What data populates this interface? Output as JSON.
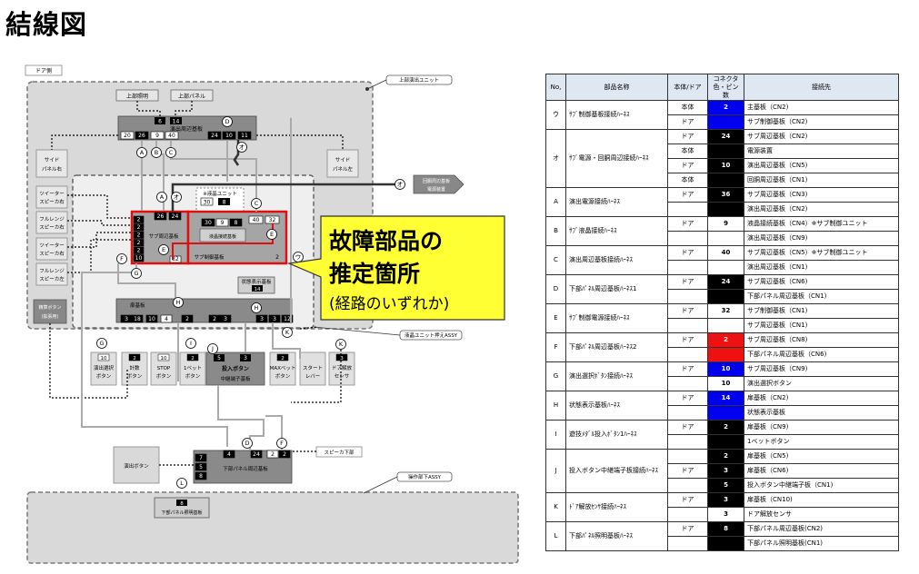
{
  "title": "結線図",
  "diagram": {
    "door_side_label": "ドア側",
    "upper_unit_label": "上部演出ユニット",
    "lower_assy_label": "操作部下ASSY",
    "display_unit_label": "液晶ユニット押えASSY",
    "boards": {
      "upper_light": "上部照明",
      "upper_panel": "上部パネル",
      "effect_peripheral": "演出周辺基板",
      "side_panel_right": "サイドパネル右",
      "side_panel_left": "サイドパネル左",
      "tweeter_upper": "ツイーター スピーカ右",
      "fullrange_upper": "フルレンジ スピーカ右",
      "tweeter_lower": "ツイーター スピーカ右",
      "fullrange_lower": "フルレンジ スピーカ左",
      "rapid_button": "精算ボタン (拡張用)",
      "lcd_unit": "※液晶ユニット",
      "lcd_connect": "液晶接続基板",
      "sub_peripheral": "サブ周辺基板",
      "sub_control": "サブ制御基板",
      "rotary_device": "回胴周辺基板 電源装置",
      "status_display": "状態表示基板",
      "door_board": "扉基板",
      "relay_terminal": "中継端子基板",
      "lower_panel_peripheral": "下部パネル周辺基板",
      "effect_button": "演出ボタン",
      "speaker_lower": "スピーカ下部",
      "lower_panel_light": "下部パネル照明基板"
    },
    "buttons": {
      "effect_select": "演出選択 ボタン",
      "count": "計数 ボタン",
      "stop": "STOP ボタン",
      "one_bet": "1ベット ボタン",
      "insert": "投入ボタン",
      "max_bet": "MAXベット ボタン",
      "start": "スタート レバー",
      "door_sensor": "ドア解放 センサ"
    },
    "pins": {
      "upper_light_pin": "6",
      "upper_panel_pin": "14",
      "ep_pins": [
        "20",
        "26",
        "9",
        "40",
        "24",
        "10",
        "11"
      ],
      "lcd_pins": [
        "30",
        "9",
        "8"
      ],
      "sc_pins": [
        "40",
        "32"
      ],
      "sp_pins": [
        "2",
        "2",
        "2",
        "2",
        "2",
        "10"
      ],
      "sp_top": [
        "26",
        "24"
      ],
      "sp_bottom": "32",
      "sc_bottom": "2",
      "status_pin": "14",
      "door_pins": [
        "3",
        "18",
        "10",
        "4",
        "2",
        "2",
        "3",
        "3",
        "3",
        "12"
      ],
      "relay_pins": [
        "5",
        "3",
        "3"
      ],
      "btn_pins": [
        "10",
        "2",
        "2",
        "10"
      ],
      "btn_pins2": [
        "2",
        "2"
      ],
      "lp_top": [
        "4",
        "24",
        "2",
        "2"
      ],
      "lp_left": [
        "7",
        "5",
        "8"
      ],
      "light_pin": "8"
    },
    "callout": {
      "line1": "故障部品の",
      "line2": "推定箇所",
      "line3": "(経路のいずれか)"
    },
    "circle_labels": [
      "A",
      "B",
      "C",
      "D",
      "E",
      "F",
      "G",
      "H",
      "I",
      "J",
      "K",
      "L",
      "オ",
      "ウ"
    ]
  },
  "table": {
    "headers": [
      "No,",
      "部品名称",
      "本体/ドア",
      "コネクタ色・ピン数",
      "接続先"
    ],
    "rows": [
      {
        "no": "ウ",
        "name": "ｻﾌﾞ制御基板接続ﾊｰﾈｽ",
        "sub": [
          {
            "body": "本体",
            "pin": "2",
            "color": "blue",
            "dest": "主基板（CN2)"
          },
          {
            "body": "ドア",
            "pin": "",
            "color": "blue",
            "dest": "サブ制御基板（CN2)"
          }
        ]
      },
      {
        "no": "オ",
        "name": "ｻﾌﾞ電源・回胴周辺接続ﾊｰﾈｽ",
        "sub": [
          {
            "body": "ドア",
            "pin": "24",
            "color": "black",
            "dest": "サブ周辺基板（CN2)"
          },
          {
            "body": "本体",
            "pin": "",
            "color": "black",
            "dest": "電源装置"
          },
          {
            "body": "ドア",
            "pin": "10",
            "color": "black",
            "dest": "演出周辺基板（CN5)"
          },
          {
            "body": "本体",
            "pin": "",
            "color": "black",
            "dest": "回胴周辺基板（CN1)"
          }
        ]
      },
      {
        "no": "A",
        "name": "演出電源接続ﾊｰﾈｽ",
        "sub": [
          {
            "body": "ドア",
            "pin": "36",
            "color": "black",
            "dest": "サブ周辺基板（CN3)"
          },
          {
            "body": "",
            "pin": "",
            "color": "black",
            "dest": "演出周辺基板（CN2)"
          }
        ]
      },
      {
        "no": "B",
        "name": "ｻﾌﾞ液晶接続ﾊｰﾈｽ",
        "sub": [
          {
            "body": "ドア",
            "pin": "9",
            "color": "white",
            "dest": "液晶接続基板（CN4）※サブ制御ユニット"
          },
          {
            "body": "",
            "pin": "",
            "color": "white",
            "dest": "演出周辺基板（CN9)"
          }
        ]
      },
      {
        "no": "C",
        "name": "演出周辺基板接続ﾊｰﾈｽ",
        "sub": [
          {
            "body": "ドア",
            "pin": "40",
            "color": "white",
            "dest": "サブ周辺基板（CN5）※サブ制御ユニット"
          },
          {
            "body": "",
            "pin": "",
            "color": "white",
            "dest": "演出周辺基板（CN1)"
          }
        ]
      },
      {
        "no": "D",
        "name": "下部ﾊﾟﾈﾙ周辺基板ﾊｰﾈｽ1",
        "sub": [
          {
            "body": "ドア",
            "pin": "24",
            "color": "black",
            "dest": "サブ周辺基板（CN6)"
          },
          {
            "body": "",
            "pin": "",
            "color": "black",
            "dest": "下部パネル周辺基板（CN1)"
          }
        ]
      },
      {
        "no": "E",
        "name": "ｻﾌﾞ制御電源接続ﾊｰﾈｽ",
        "sub": [
          {
            "body": "ドア",
            "pin": "32",
            "color": "white",
            "dest": "サブ制御基板（CN1)"
          },
          {
            "body": "",
            "pin": "",
            "color": "white",
            "dest": "サブ周辺基板（CN1)"
          }
        ]
      },
      {
        "no": "F",
        "name": "下部ﾊﾟﾈﾙ周辺基板ﾊｰﾈｽ2",
        "sub": [
          {
            "body": "ドア",
            "pin": "2",
            "color": "red",
            "dest": "サブ周辺基板（CN8)"
          },
          {
            "body": "",
            "pin": "",
            "color": "red",
            "dest": "下部パネル周辺基板（CN6)"
          }
        ]
      },
      {
        "no": "G",
        "name": "演出選択ﾎﾞﾀﾝ接続ﾊｰﾈｽ",
        "sub": [
          {
            "body": "ドア",
            "pin": "10",
            "color": "blue",
            "dest": "サブ周辺基板（CN9)"
          },
          {
            "body": "",
            "pin": "10",
            "color": "white",
            "dest": "演出選択ボタン"
          }
        ]
      },
      {
        "no": "H",
        "name": "状態表示基板ﾊｰﾈｽ",
        "sub": [
          {
            "body": "ドア",
            "pin": "14",
            "color": "blue",
            "dest": "扉基板（CN2)"
          },
          {
            "body": "",
            "pin": "",
            "color": "blue",
            "dest": "状態表示基板"
          }
        ]
      },
      {
        "no": "I",
        "name": "遊技ﾒﾀﾞﾙ投入ﾎﾞﾀﾝ1ﾊｰﾈｽ",
        "sub": [
          {
            "body": "ドア",
            "pin": "2",
            "color": "black",
            "dest": "扉基板（CN9)"
          },
          {
            "body": "",
            "pin": "",
            "color": "black",
            "dest": "1ベットボタン"
          }
        ]
      },
      {
        "no": "J",
        "name": "投入ボタン中継端子板接続ﾊｰﾈｽ",
        "sub": [
          {
            "body": "",
            "pin": "2",
            "color": "black",
            "dest": "扉基板（CN5)"
          },
          {
            "body": "ドア",
            "pin": "3",
            "color": "black",
            "dest": "扉基板（CN6)"
          },
          {
            "body": "",
            "pin": "5",
            "color": "black",
            "dest": "投入ボタン中継端子板（CN1)"
          }
        ]
      },
      {
        "no": "K",
        "name": "ﾄﾞｱ解放ｾﾝｻ接続ﾊｰﾈｽ",
        "sub": [
          {
            "body": "ドア",
            "pin": "3",
            "color": "black",
            "dest": "扉基板（CN10)"
          },
          {
            "body": "",
            "pin": "3",
            "color": "white",
            "dest": "ドア解放センサ"
          }
        ]
      },
      {
        "no": "L",
        "name": "下部ﾊﾟﾈﾙ照明基板ﾊｰﾈｽ",
        "sub": [
          {
            "body": "ドア",
            "pin": "8",
            "color": "black",
            "dest": "下部パネル周辺基板(CN2)"
          },
          {
            "body": "",
            "pin": "",
            "color": "black",
            "dest": "下部パネル照明基板(CN1)"
          }
        ]
      }
    ]
  }
}
